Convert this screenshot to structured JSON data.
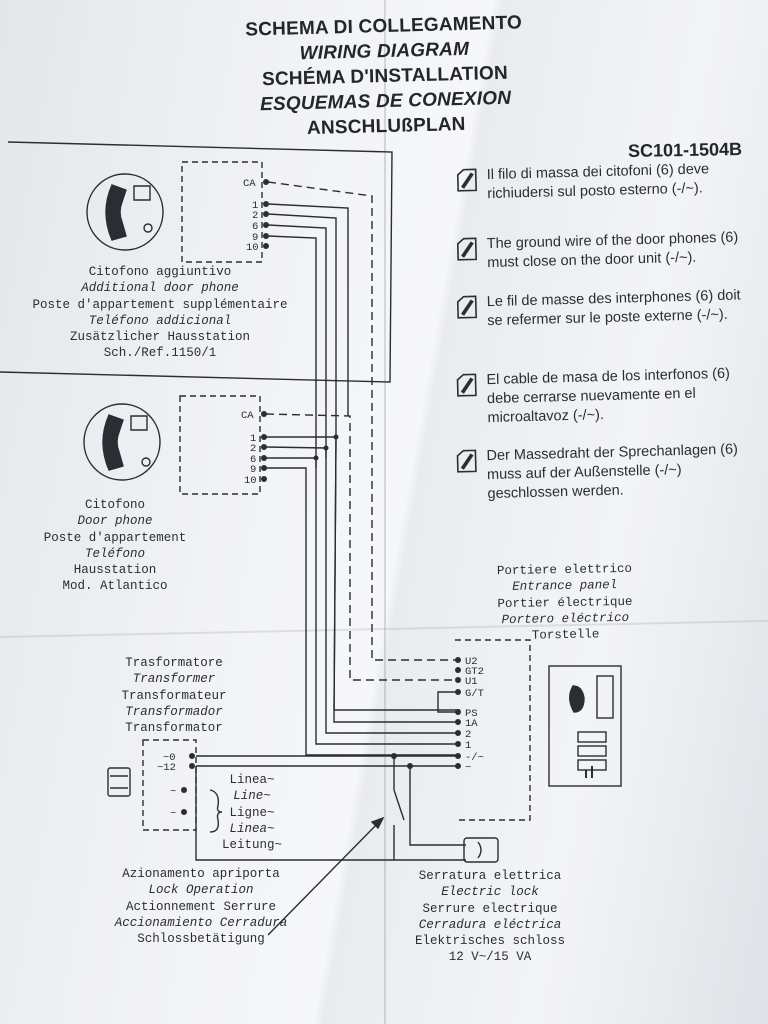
{
  "titles": [
    "SCHEMA DI COLLEGAMENTO",
    "WIRING DIAGRAM",
    "SCHÉMA D'INSTALLATION",
    "ESQUEMAS DE CONEXION",
    "ANSCHLUßPLAN"
  ],
  "code": "SC101-1504B",
  "notes": [
    "Il filo di massa dei citofoni (6) deve richiudersi sul posto esterno (-/~).",
    "The ground wire of the door phones (6) must close on the door unit (-/~).",
    "Le fil de masse des interphones (6) doit se refermer sur le poste externe (-/~).",
    "El cable de masa de los interfonos (6) debe cerrarse nuevamente en el microaltavoz (-/~).",
    "Der Massedraht der Sprechanlagen (6) muss auf der Außenstelle (-/~) geschlossen werden."
  ],
  "additional_phone": {
    "lines": [
      "Citofono aggiuntivo",
      "Additional door phone",
      "Poste d'appartement supplémentaire",
      "Teléfono addicional",
      "Zusätzlicher Hausstation",
      "Sch./Ref.1150/1"
    ],
    "terminals": [
      "CA",
      "1",
      "2",
      "6",
      "9",
      "10"
    ]
  },
  "door_phone": {
    "lines": [
      "Citofono",
      "Door phone",
      "Poste d'appartement",
      "Teléfono",
      "Hausstation",
      "Mod. Atlantico"
    ],
    "terminals": [
      "CA",
      "1",
      "2",
      "6",
      "9",
      "10"
    ]
  },
  "entrance_panel": {
    "lines": [
      "Portiere elettrico",
      "Entrance panel",
      "Portier électrique",
      "Portero eléctrico",
      "Torstelle"
    ],
    "terminals": [
      "U2",
      "GT2",
      "U1",
      "G/T",
      "PS",
      "1A",
      "2",
      "1",
      "-/~",
      "~"
    ]
  },
  "transformer": {
    "lines": [
      "Trasformatore",
      "Transformer",
      "Transformateur",
      "Transformador",
      "Transformator"
    ],
    "terminals": [
      "~0",
      "~12",
      "~",
      "~"
    ],
    "mains_lines": [
      "Linea~",
      "Line~",
      "Ligne~",
      "Linea~",
      "Leitung~"
    ]
  },
  "lock_operation": {
    "lines": [
      "Azionamento apriporta",
      "Lock Operation",
      "Actionnement Serrure",
      "Accionamiento Cerradura",
      "Schlossbetätigung"
    ]
  },
  "electric_lock": {
    "lines": [
      "Serratura elettrica",
      "Electric lock",
      "Serrure electrique",
      "Cerradura eléctrica",
      "Elektrisches schloss",
      "12 V~/15 VA"
    ]
  },
  "colors": {
    "ink": "#2a2d33",
    "paper": "#f2f3f6"
  }
}
